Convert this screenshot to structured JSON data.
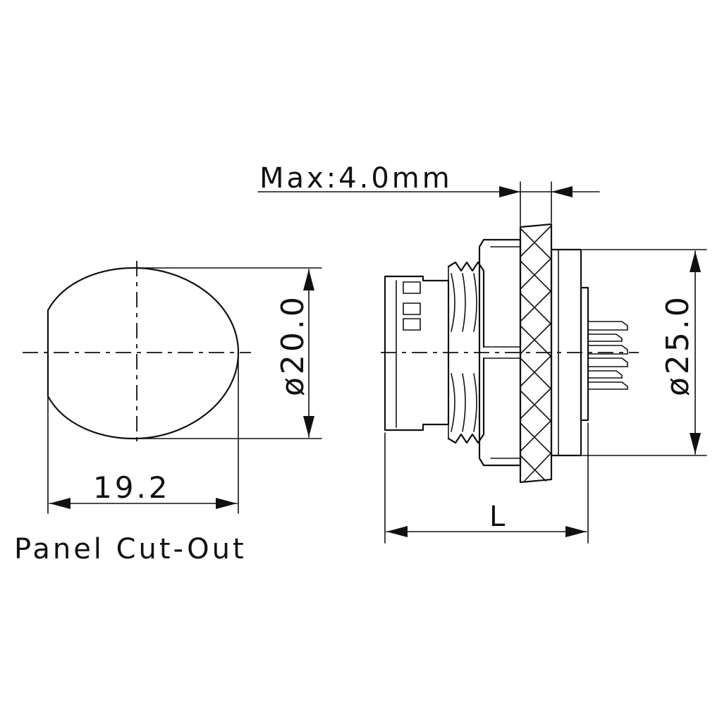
{
  "drawing": {
    "panel_cutout_label": "Panel Cut-Out",
    "cutout_width": "19.2",
    "cutout_diameter": "ø20.0",
    "panel_thickness": "Max:4.0mm",
    "flange_diameter": "ø25.0",
    "length": "L"
  },
  "colors": {
    "line": "#111111",
    "background": "#ffffff"
  }
}
